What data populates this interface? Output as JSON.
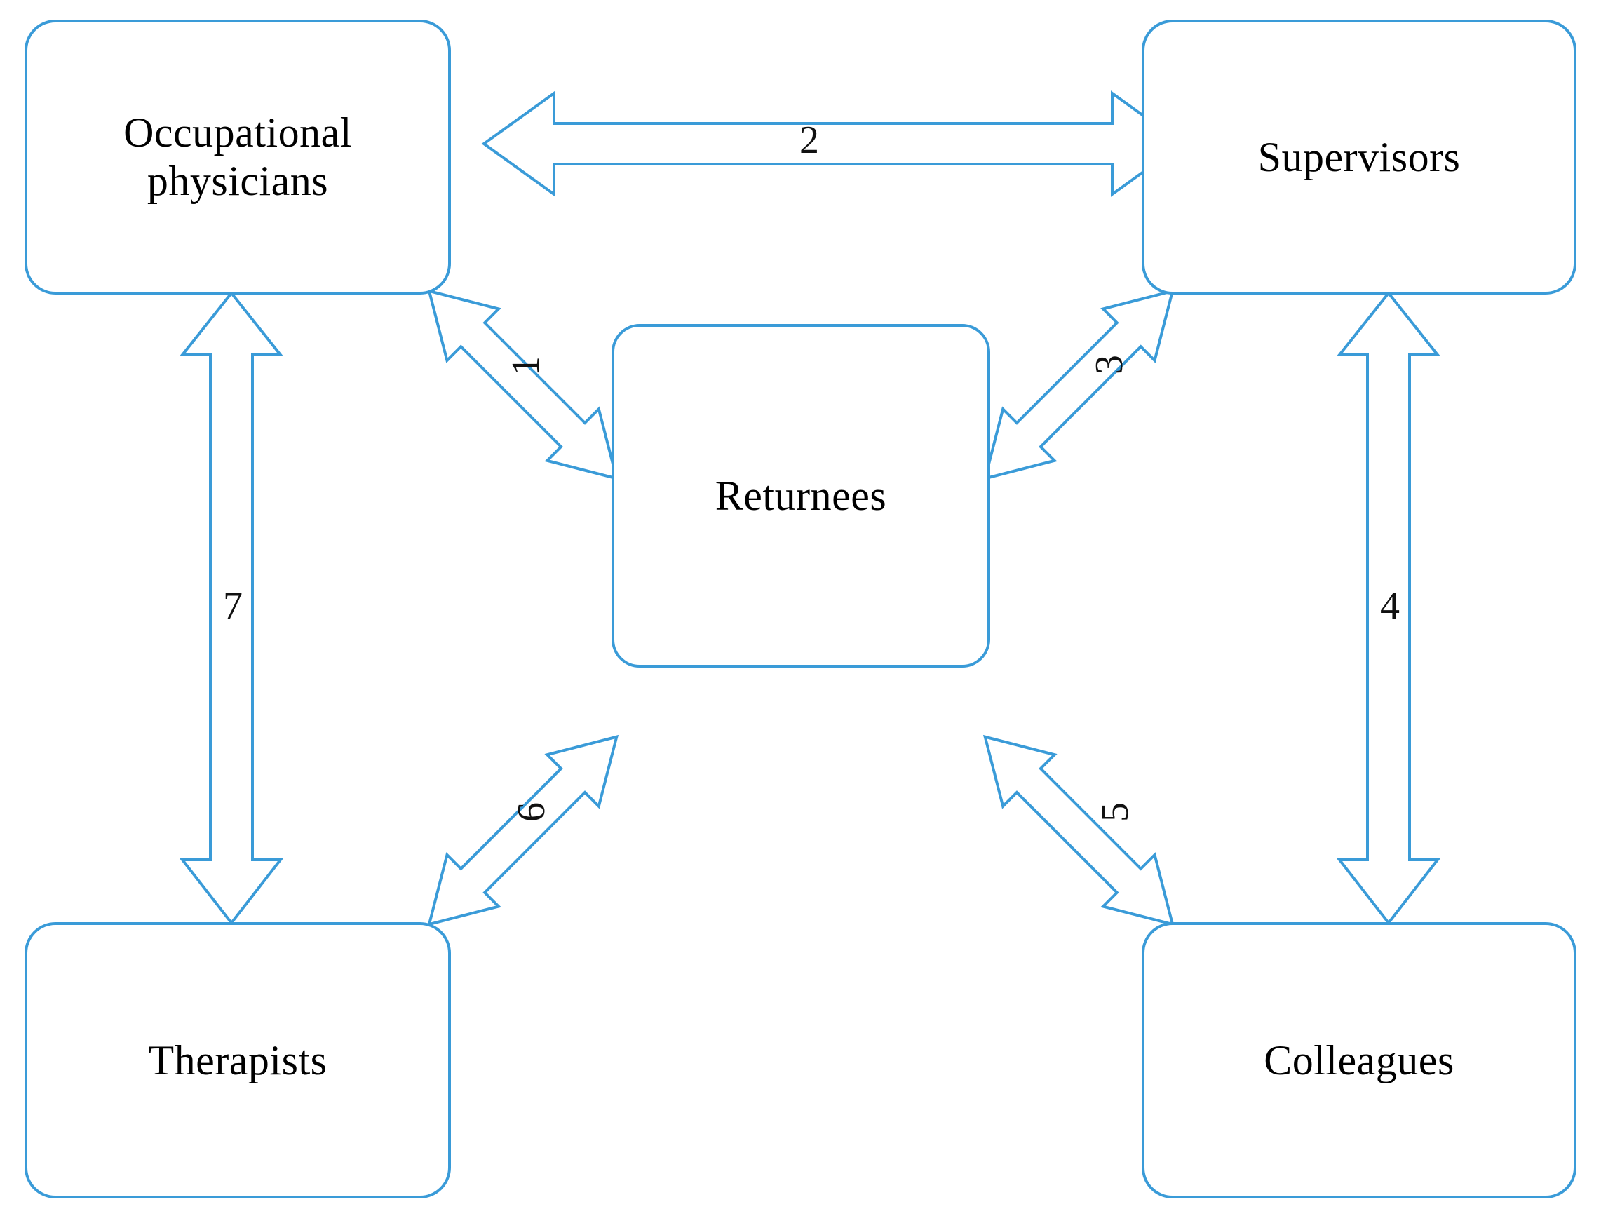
{
  "diagram": {
    "type": "relationship-network-diagram",
    "background_color": "#ffffff",
    "stroke_color": "#3a9bd8",
    "label_color": "#111111",
    "nodes": [
      {
        "id": "occupational-physicians",
        "label": "Occupational\nphysicians",
        "position": "top-left"
      },
      {
        "id": "supervisors",
        "label": "Supervisors",
        "position": "top-right"
      },
      {
        "id": "returnees",
        "label": "Returnees",
        "position": "center"
      },
      {
        "id": "therapists",
        "label": "Therapists",
        "position": "bottom-left"
      },
      {
        "id": "colleagues",
        "label": "Colleagues",
        "position": "bottom-right"
      }
    ],
    "edges": [
      {
        "id": "edge-1",
        "label": "1",
        "from": "occupational-physicians",
        "to": "returnees",
        "style": "double-headed",
        "orientation": "diagonal-down-right",
        "label_rotation": -90
      },
      {
        "id": "edge-2",
        "label": "2",
        "from": "occupational-physicians",
        "to": "supervisors",
        "style": "double-headed",
        "orientation": "horizontal",
        "label_rotation": 0
      },
      {
        "id": "edge-3",
        "label": "3",
        "from": "returnees",
        "to": "supervisors",
        "style": "double-headed",
        "orientation": "diagonal-up-right",
        "label_rotation": -90
      },
      {
        "id": "edge-4",
        "label": "4",
        "from": "supervisors",
        "to": "colleagues",
        "style": "double-headed",
        "orientation": "vertical",
        "label_rotation": 0
      },
      {
        "id": "edge-5",
        "label": "5",
        "from": "returnees",
        "to": "colleagues",
        "style": "double-headed",
        "orientation": "diagonal-down-right",
        "label_rotation": -90
      },
      {
        "id": "edge-6",
        "label": "6",
        "from": "therapists",
        "to": "returnees",
        "style": "double-headed",
        "orientation": "diagonal-up-right",
        "label_rotation": -90
      },
      {
        "id": "edge-7",
        "label": "7",
        "from": "occupational-physicians",
        "to": "therapists",
        "style": "double-headed",
        "orientation": "vertical",
        "label_rotation": 0
      }
    ]
  }
}
